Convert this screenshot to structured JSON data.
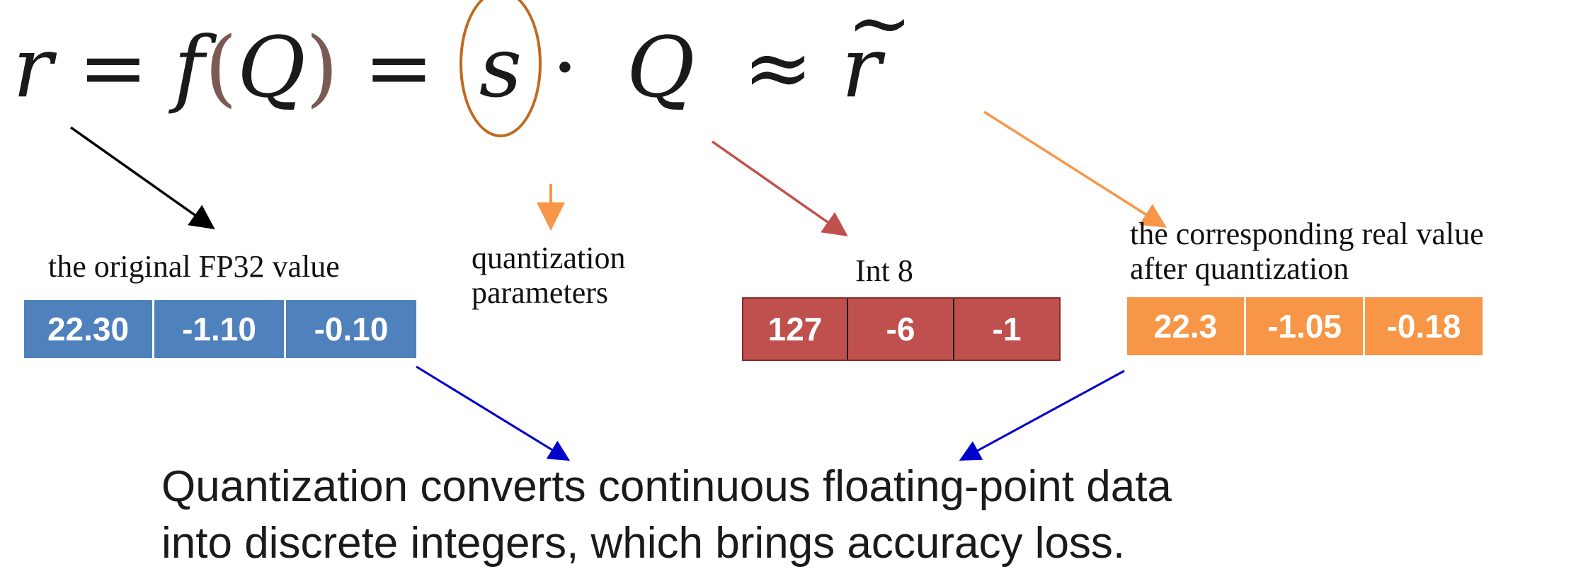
{
  "formula": {
    "r": "r",
    "eq1": "=",
    "f": "f",
    "lparen": "(",
    "Q1": "Q",
    "rparen": ")",
    "eq2": "=",
    "s": "s",
    "dot": "·",
    "Q2": "Q",
    "approx": "≈",
    "tilde": "~",
    "r2": "r"
  },
  "labels": {
    "fp32": "the original FP32 value",
    "quant_params_line1": "quantization",
    "quant_params_line2": "parameters",
    "int8": "Int 8",
    "real_line1": "the corresponding real value",
    "real_line2": "after quantization"
  },
  "vectors": {
    "fp32": [
      "22.30",
      "-1.10",
      "-0.10"
    ],
    "int8": [
      "127",
      "-6",
      "-1"
    ],
    "real": [
      "22.3",
      "-1.05",
      "-0.18"
    ]
  },
  "colors": {
    "fp32_cells": "#4f81bd",
    "int8_cells": "#c0504d",
    "real_cells": "#f79646",
    "arrow_black": "#000000",
    "arrow_orange": "#f79646",
    "arrow_red": "#c0504d",
    "arrow_blue": "#0000cc",
    "ellipse": "#c06a1f"
  },
  "caption": {
    "line1": "Quantization converts continuous floating-point data",
    "line2": "into discrete integers, which brings accuracy loss."
  }
}
